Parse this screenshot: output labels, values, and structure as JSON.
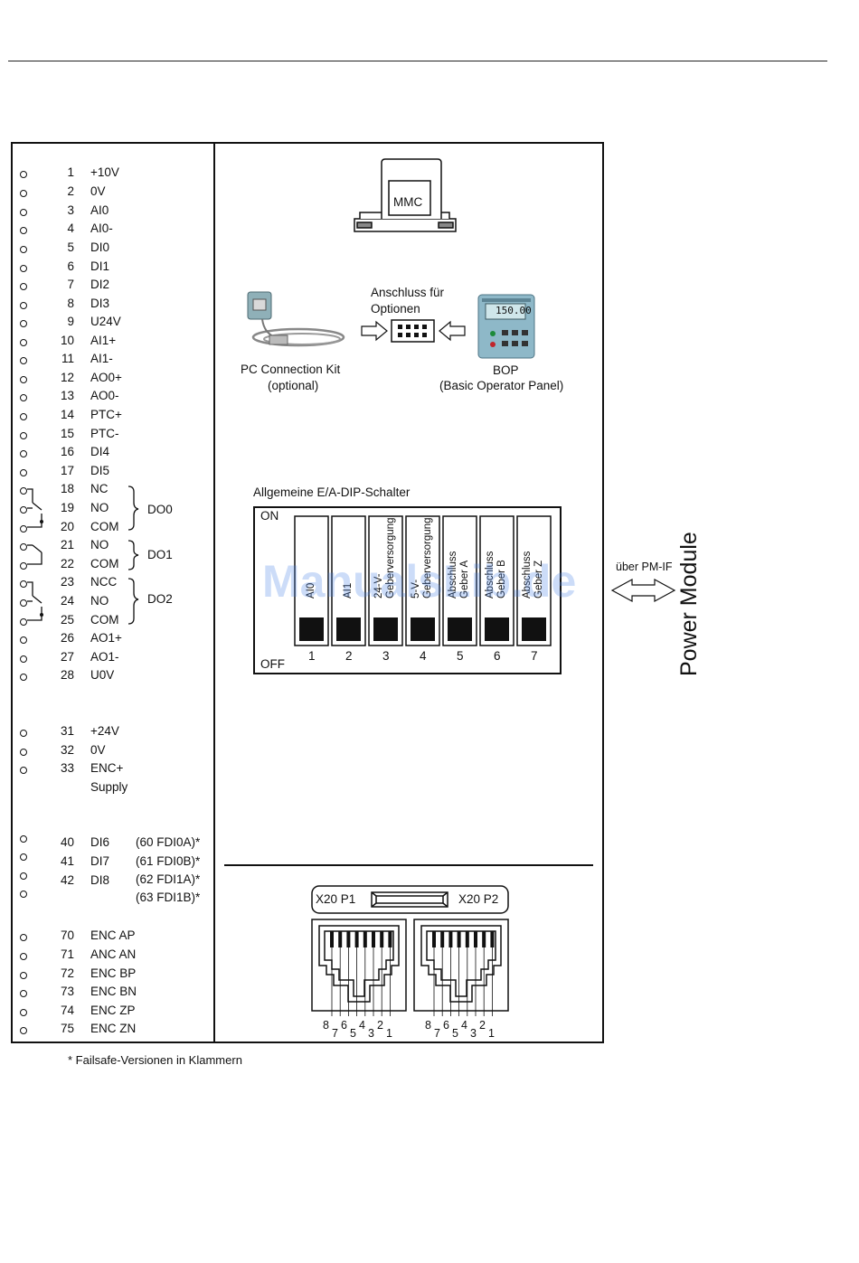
{
  "terminals": [
    {
      "num": "1",
      "label": "+10V"
    },
    {
      "num": "2",
      "label": "0V"
    },
    {
      "num": "3",
      "label": "AI0"
    },
    {
      "num": "4",
      "label": "AI0-"
    },
    {
      "num": "5",
      "label": "DI0"
    },
    {
      "num": "6",
      "label": "DI1"
    },
    {
      "num": "7",
      "label": "DI2"
    },
    {
      "num": "8",
      "label": "DI3"
    },
    {
      "num": "9",
      "label": "U24V"
    },
    {
      "num": "10",
      "label": "AI1+"
    },
    {
      "num": "11",
      "label": "AI1-"
    },
    {
      "num": "12",
      "label": "AO0+"
    },
    {
      "num": "13",
      "label": "AO0-"
    },
    {
      "num": "14",
      "label": "PTC+"
    },
    {
      "num": "15",
      "label": "PTC-"
    },
    {
      "num": "16",
      "label": "DI4"
    },
    {
      "num": "17",
      "label": "DI5"
    },
    {
      "num": "18",
      "label": "NC"
    },
    {
      "num": "19",
      "label": "NO"
    },
    {
      "num": "20",
      "label": "COM"
    },
    {
      "num": "21",
      "label": "NO"
    },
    {
      "num": "22",
      "label": "COM"
    },
    {
      "num": "23",
      "label": "NCC"
    },
    {
      "num": "24",
      "label": "NO"
    },
    {
      "num": "25",
      "label": "COM"
    },
    {
      "num": "26",
      "label": "AO1+"
    },
    {
      "num": "27",
      "label": "AO1-"
    },
    {
      "num": "28",
      "label": "U0V"
    },
    {
      "num": "31",
      "label": "+24V"
    },
    {
      "num": "32",
      "label": "0V"
    },
    {
      "num": "33",
      "label": "ENC+"
    },
    {
      "num": "",
      "label": "Supply"
    },
    {
      "num": "40",
      "label": "DI6",
      "failsafe": "(60  FDI0A)*"
    },
    {
      "num": "41",
      "label": "DI7",
      "failsafe": "(61  FDI0B)*"
    },
    {
      "num": "42",
      "label": "DI8",
      "failsafe": "(62  FDI1A)*"
    },
    {
      "num": "",
      "label": "",
      "failsafe": "(63  FDI1B)*"
    },
    {
      "num": "70",
      "label": "ENC AP"
    },
    {
      "num": "71",
      "label": "ANC AN"
    },
    {
      "num": "72",
      "label": "ENC BP"
    },
    {
      "num": "73",
      "label": "ENC BN"
    },
    {
      "num": "74",
      "label": "ENC ZP"
    },
    {
      "num": "75",
      "label": "ENC ZN"
    }
  ],
  "relays": [
    "DO0",
    "DO1",
    "DO2"
  ],
  "mmc": "MMC",
  "options": {
    "connector_label_line1": "Anschluss für",
    "connector_label_line2": "Optionen",
    "pc_kit_line1": "PC Connection Kit",
    "pc_kit_line2": "(optional)",
    "bop_line1": "BOP",
    "bop_line2": "(Basic Operator Panel)",
    "bop_display": "150.00"
  },
  "dip": {
    "title": "Allgemeine E/A-DIP-Schalter",
    "on": "ON",
    "off": "OFF",
    "switches": [
      {
        "num": "1",
        "label": "AI0"
      },
      {
        "num": "2",
        "label": "AI1"
      },
      {
        "num": "3",
        "label": "24-V-\nGeberversorgung"
      },
      {
        "num": "4",
        "label": "5-V-\nGeberversorgung"
      },
      {
        "num": "5",
        "label": "Abschluss\nGeber A"
      },
      {
        "num": "6",
        "label": "Abschluss\nGeber B"
      },
      {
        "num": "7",
        "label": "Abschluss\nGeber Z"
      }
    ]
  },
  "pm": {
    "arrow_label": "über PM-IF",
    "title": "Power Module"
  },
  "x20": {
    "left": "X20 P1",
    "right": "X20 P2",
    "pins_top": [
      "8",
      "6",
      "4",
      "2"
    ],
    "pins_bottom": [
      "7",
      "5",
      "3",
      "1"
    ]
  },
  "footnote": "* Failsafe-Versionen in Klammern",
  "watermark": "ManualsLib.de"
}
